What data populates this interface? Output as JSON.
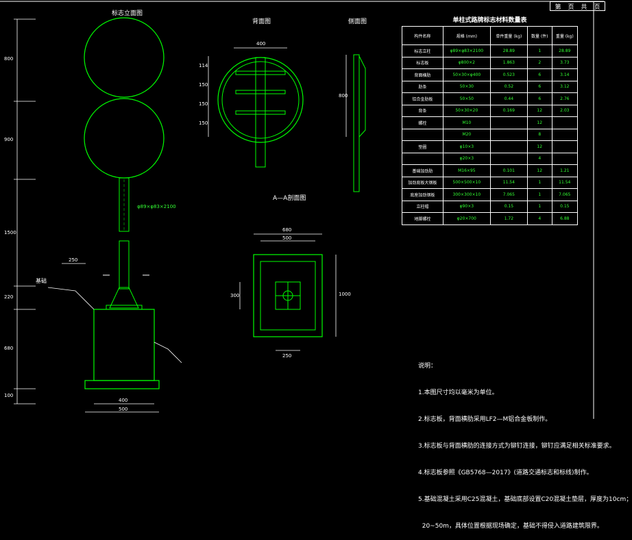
{
  "header": {
    "sheet_label": "第",
    "page_label": "页",
    "total_label": "共",
    "total_page_label": "页"
  },
  "views": {
    "front_view_title": "标志立面图",
    "back_view_title": "背面图",
    "side_view_title": "侧面图",
    "section_title": "A—A剖面图",
    "pole_spec": "φ89×φ83×2100",
    "base_label": "基础"
  },
  "dimensions": {
    "left_vertical": [
      "800",
      "900",
      "1500",
      "220",
      "680",
      "100"
    ],
    "back_top": "400",
    "back_left": [
      "114",
      "150",
      "150",
      "150"
    ],
    "side_height": "800",
    "base_width": "400",
    "base_total_width": "500",
    "anchor": "250",
    "section_outer_w": "680",
    "section_inner_w": "500",
    "section_height": "1000",
    "section_small": "300",
    "section_bottom": "250"
  },
  "table": {
    "title": "单柱式路牌标志材料数量表",
    "headers": [
      "构件名称",
      "规格 (mm)",
      "单件重量 (kg)",
      "数量 (件)",
      "重量 (kg)"
    ],
    "rows": [
      [
        "标志立柱",
        "φ89×φ83×2100",
        "28.89",
        "1",
        "28.89"
      ],
      [
        "标志板",
        "φ800×2",
        "1.863",
        "2",
        "3.73"
      ],
      [
        "背面横肋",
        "50×30×φ400",
        "0.523",
        "6",
        "3.14"
      ],
      [
        "肋条",
        "50×30",
        "0.52",
        "6",
        "3.12"
      ],
      [
        "铝合金肋板",
        "50×50",
        "0.44",
        "6",
        "2.76"
      ],
      [
        "背条",
        "50×30×20",
        "0.169",
        "12",
        "2.03"
      ],
      [
        "螺栓",
        "M10",
        "",
        "12",
        ""
      ],
      [
        "",
        "M20",
        "",
        "8",
        ""
      ],
      [
        "垫圈",
        "φ10×3",
        "",
        "12",
        ""
      ],
      [
        "",
        "φ20×3",
        "",
        "4",
        ""
      ],
      [
        "基础加劲肋",
        "M16×95",
        "0.101",
        "12",
        "1.21"
      ],
      [
        "加劲底板大钢板",
        "500×500×10",
        "11.54",
        "1",
        "11.54"
      ],
      [
        "底座加劲钢板",
        "300×300×10",
        "7.065",
        "1",
        "7.065"
      ],
      [
        "立柱帽",
        "φ90×3",
        "0.15",
        "1",
        "0.15"
      ],
      [
        "地脚螺栓",
        "φ20×700",
        "1.72",
        "4",
        "6.88"
      ]
    ]
  },
  "notes": {
    "heading": "说明：",
    "lines": [
      "1.本图尺寸均以毫米为单位。",
      "2.标志板，背面横肋采用LF2—M铝合金板制作。",
      "3.标志板与背面横肋的连接方式为铆钉连接，铆钉应满足相关标准要求。",
      "4.标志板参照《GB5768—2017》(道路交通标志和标线)制作。",
      "5.基础混凝土采用C25混凝土，基础底部设置C20混凝土垫层，厚度为10cm；",
      "  20~50m，具体位置根据现场确定，基础不得侵入道路建筑限界。"
    ]
  },
  "colors": {
    "line_green": "#00ff00",
    "line_white": "#ffffff",
    "background": "#000000"
  }
}
